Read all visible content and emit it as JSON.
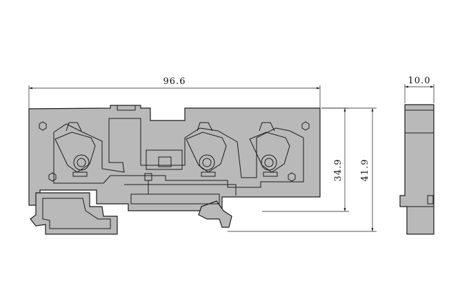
{
  "dimensions": {
    "overall_width": "96.6",
    "side_width": "10.0",
    "inner_height": "34.9",
    "overall_height": "41.9"
  },
  "colors": {
    "body_fill": "#b9b9b9",
    "line": "#1a1a1a",
    "background": "#ffffff"
  }
}
